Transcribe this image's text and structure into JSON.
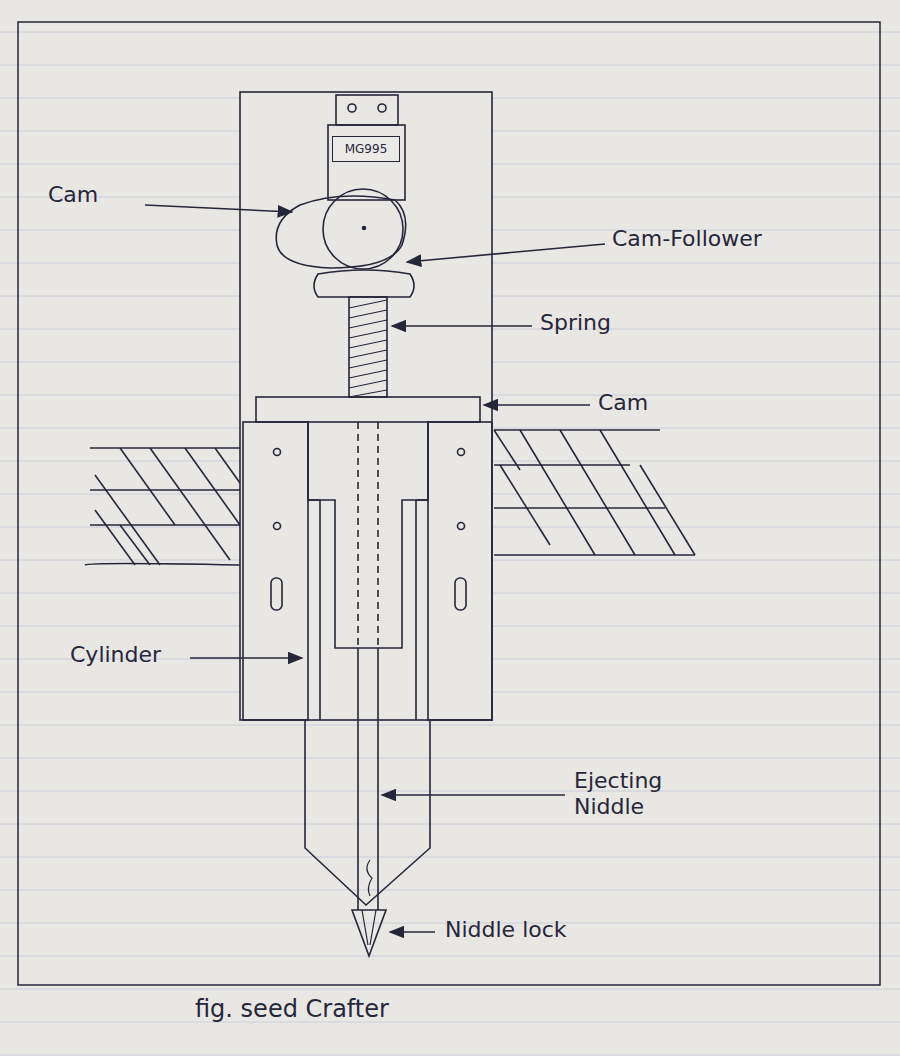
{
  "diagram": {
    "caption": "fig. seed Crafter",
    "nodes": [
      {
        "text": [
          "MG995"
        ]
      }
    ],
    "labels": [
      "Cam",
      "Cam-Follower",
      "Spring",
      "Cam",
      "Cylinder",
      "Ejecting Niddle",
      "Niddle lock"
    ]
  }
}
